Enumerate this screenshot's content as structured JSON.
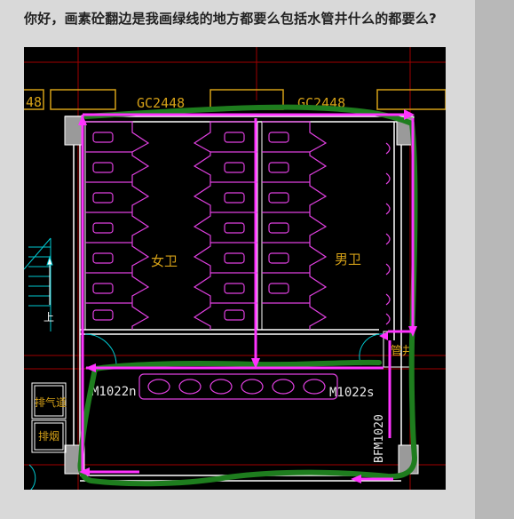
{
  "post": {
    "question": "你好，画素砼翻边是我画绿线的地方都要么包括水管井什么的都要么?"
  },
  "drawing": {
    "labels": {
      "window_left_partial": "48",
      "window_1": "GC2448",
      "window_2": "GC2448",
      "womens_toilet": "女卫",
      "mens_toilet": "男卫",
      "pipe_well": "管井",
      "door_left": "M1022n",
      "door_right": "M1022s",
      "vent_shaft": "排气道",
      "smoke_shaft": "排烟",
      "stair_up": "上",
      "door_fire": "BFM1020"
    },
    "colors": {
      "background": "#000000",
      "wall": "#ffffff",
      "fixture": "#e040e0",
      "window": "#d4a017",
      "highlight_green": "#1e7d1e",
      "arrow_magenta": "#ff33ff",
      "axis_red": "#b00000",
      "cyan": "#00c8d0"
    }
  }
}
